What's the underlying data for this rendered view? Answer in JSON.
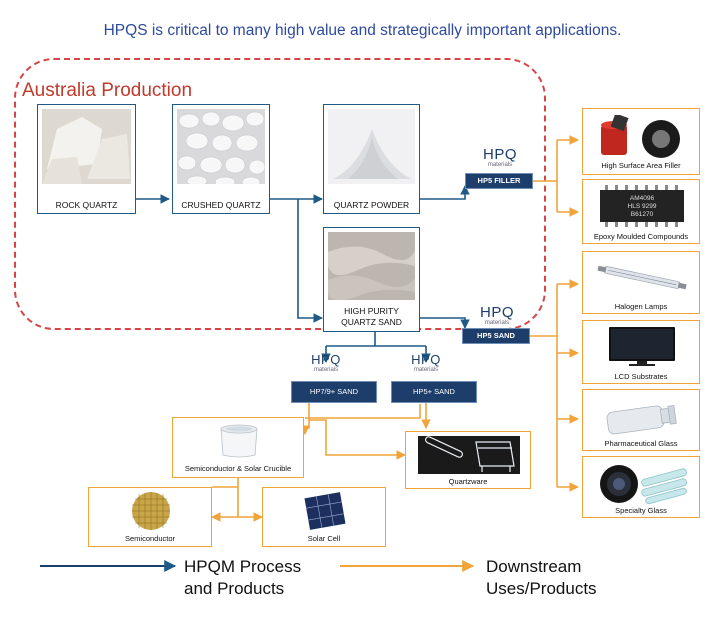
{
  "headline": "HPQS is critical to many high value and strategically important applications.",
  "region_title": "Australia Production",
  "process": {
    "rock": "ROCK QUARTZ",
    "crushed": "CRUSHED QUARTZ",
    "powder": "QUARTZ POWDER",
    "sand_line1": "HIGH PURITY",
    "sand_line2": "QUARTZ SAND"
  },
  "logo": {
    "text": "HPQ",
    "sub": "materials"
  },
  "badges": {
    "filler": "HP5 FILLER",
    "sand": "HP5 SAND",
    "hp7": "HP7/9+ SAND",
    "hp5plus": "HP5+ SAND"
  },
  "uses": {
    "filler": "High Surface Area Filler",
    "epoxy": "Epoxy Moulded Compounds",
    "halogen": "Halogen Lamps",
    "lcd": "LCD Substrates",
    "pharma": "Pharmaceutical Glass",
    "specialty": "Specialty Glass",
    "crucible": "Semiconductor & Solar Crucible",
    "quartzware": "Quartzware",
    "semiconductor": "Semiconductor",
    "solar": "Solar Cell",
    "chip_text": "AM4096\nHLS 9299\nB61270"
  },
  "legend": {
    "process": "HPQM Process and Products",
    "downstream": "Downstream Uses/Products"
  },
  "colors": {
    "process_line": "#1f5a86",
    "downstream_line": "#f0a43a",
    "region_border": "#d64545",
    "badge_bg": "#1d3e6b"
  }
}
